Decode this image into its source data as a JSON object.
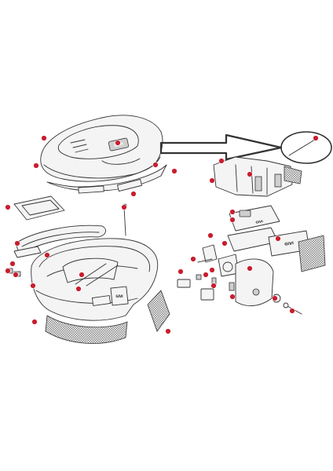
{
  "diagram": {
    "brand_labels": [
      "GIVI",
      "GIVI",
      "GIVI",
      "GIVI"
    ],
    "callouts": [
      {
        "id": "lid"
      },
      {
        "id": "lid-cover"
      },
      {
        "id": "lid-logo"
      },
      {
        "id": "lid-trim"
      },
      {
        "id": "lid-reflector"
      },
      {
        "id": "lid-panel"
      },
      {
        "id": "hinge-plate"
      },
      {
        "id": "rim-seal"
      },
      {
        "id": "hinge-strap"
      },
      {
        "id": "cable"
      },
      {
        "id": "strap-left"
      },
      {
        "id": "screw-left-a"
      },
      {
        "id": "screw-left-b"
      },
      {
        "id": "inner-liner"
      },
      {
        "id": "base-body"
      },
      {
        "id": "base-reflector"
      },
      {
        "id": "rear-mesh"
      },
      {
        "id": "side-mesh"
      },
      {
        "id": "lock-hinge"
      },
      {
        "id": "lock-bracket"
      },
      {
        "id": "lock-pin"
      },
      {
        "id": "lock-spring"
      },
      {
        "id": "lock-plate"
      },
      {
        "id": "lock-screw"
      },
      {
        "id": "lock-cover"
      },
      {
        "id": "lock-barrel"
      },
      {
        "id": "key"
      },
      {
        "id": "side-plate"
      },
      {
        "id": "side-logo-plate"
      },
      {
        "id": "clip-a"
      },
      {
        "id": "clip-b"
      },
      {
        "id": "clip-c"
      },
      {
        "id": "lever-small"
      },
      {
        "id": "button-latch"
      },
      {
        "id": "latch-cover"
      },
      {
        "id": "arrow-tip-part"
      }
    ]
  }
}
